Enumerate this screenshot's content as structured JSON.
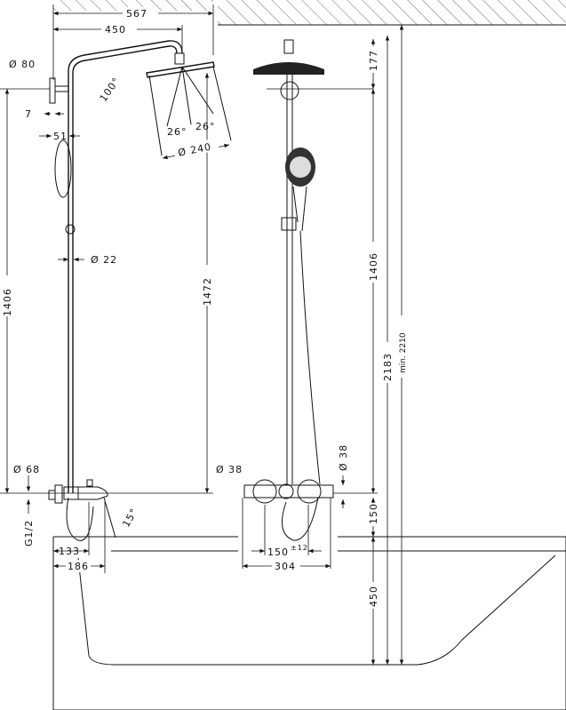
{
  "title": "Shower system dimensional drawing",
  "dimensions": {
    "overall_reach": "567",
    "arm_length": "450",
    "wall_flange_dia": "Ø 80",
    "arm_angle": "100°",
    "flange_depth": "7",
    "wall_offset": "51",
    "head_tilt_left": "26°",
    "head_tilt_right": "26°",
    "head_dia": "Ø 240",
    "pipe_dia": "Ø 22",
    "left_height": "1406",
    "head_height": "1472",
    "mixer_flange_dia": "Ø 68",
    "thread": "G1/2",
    "spout_angle": "15°",
    "spout_offset_133": "133",
    "spout_offset_186": "186",
    "ceiling_gap": "177",
    "right_height": "1406",
    "total_height": "2183",
    "min_height": "min. 2210",
    "thermostat_dia_left": "Ø 38",
    "thermostat_dia_right": "Ø 38",
    "thermostat_to_tub": "150",
    "connection_spacing": "150",
    "connection_tolerance": "±12",
    "thermostat_width": "304",
    "tub_height": "450"
  }
}
